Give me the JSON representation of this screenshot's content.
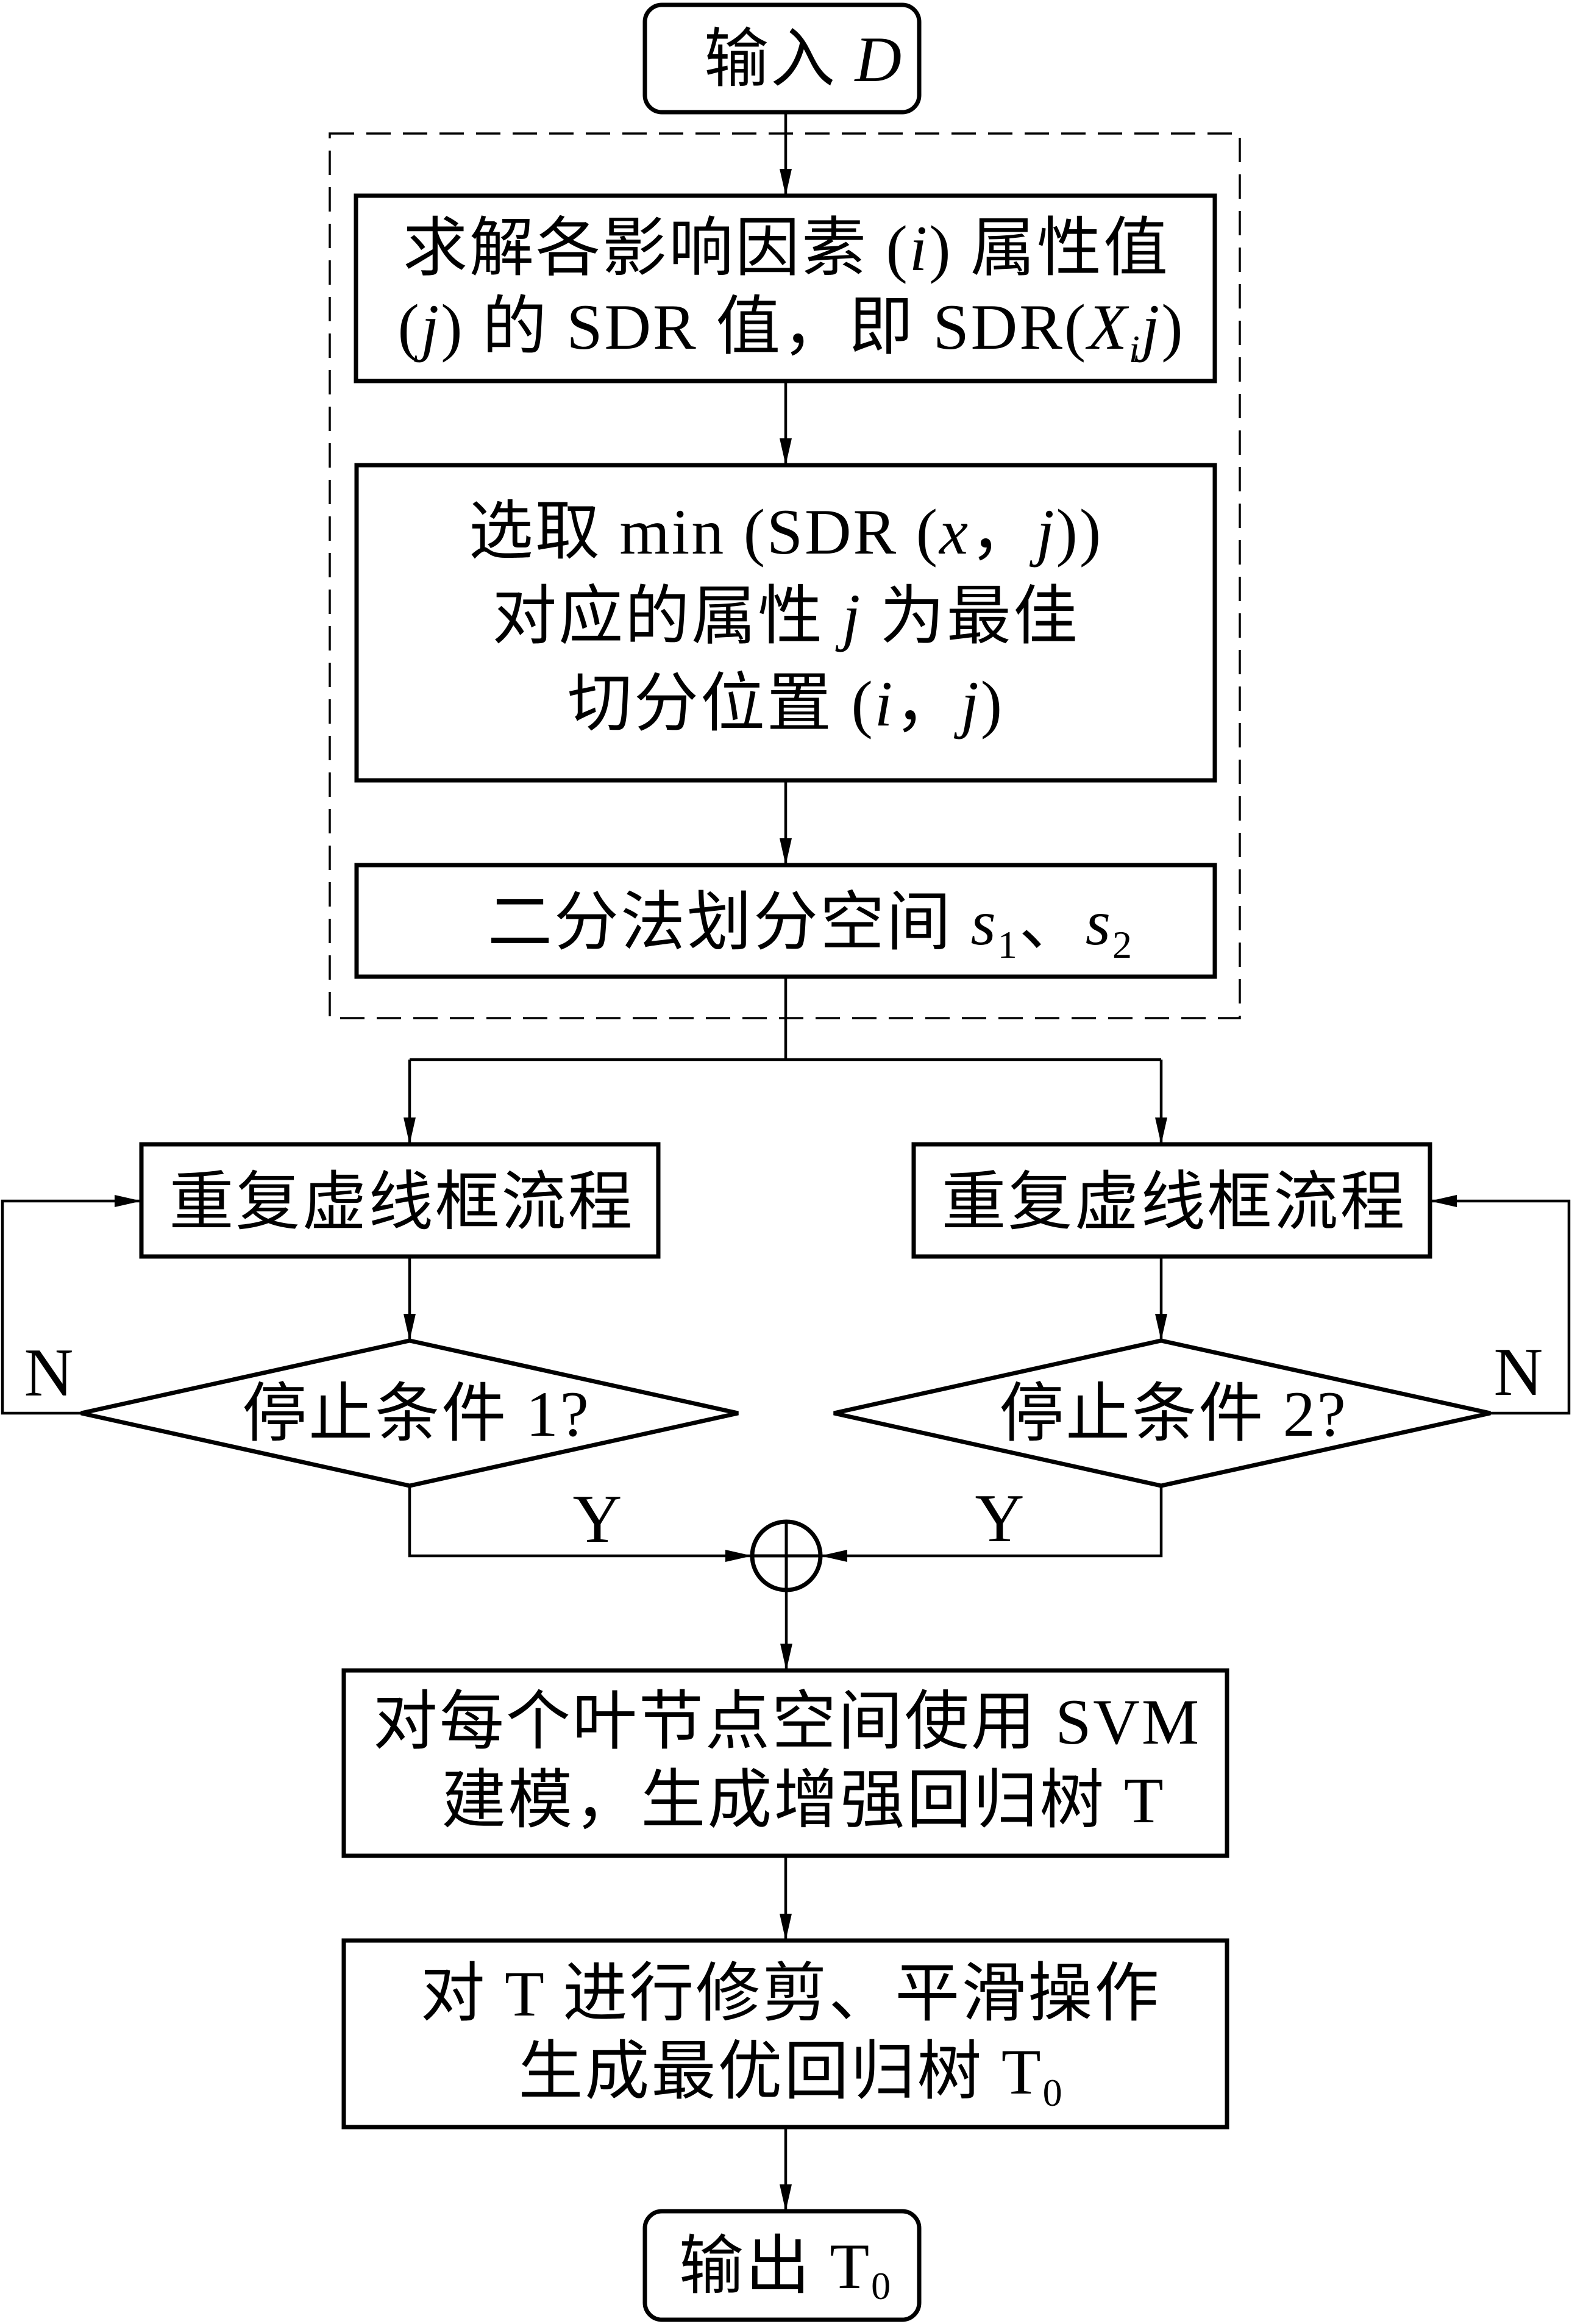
{
  "figure": {
    "type": "flowchart",
    "colors": {
      "stroke": "#000000",
      "background": "#ffffff"
    }
  },
  "nodes": {
    "input": {
      "shape": "rounded-rect",
      "label": [
        "输入 ",
        "D"
      ]
    },
    "compute_sdr": {
      "shape": "rect",
      "lines": [
        [
          "求解各影响因素 (",
          "i",
          ") 属性值"
        ],
        [
          "(",
          "j",
          ") 的 SDR 值，即 SDR(",
          "X",
          "i",
          "j",
          ")"
        ]
      ]
    },
    "select_split": {
      "shape": "rect",
      "lines": [
        [
          "选取 min (SDR (",
          "x",
          "，",
          "j",
          "))"
        ],
        [
          "对应的属性 ",
          "j",
          " 为最佳"
        ],
        [
          "切分位置 (",
          "i",
          "，",
          "j",
          ")"
        ]
      ]
    },
    "bisect": {
      "shape": "rect",
      "lines": [
        [
          "二分法划分空间 ",
          "s",
          "1",
          "、",
          "s",
          "2"
        ]
      ]
    },
    "repeat_left": {
      "shape": "rect",
      "label": "重复虚线框流程"
    },
    "repeat_right": {
      "shape": "rect",
      "label": "重复虚线框流程"
    },
    "stop_1": {
      "shape": "diamond",
      "label": "停止条件 1?"
    },
    "stop_2": {
      "shape": "diamond",
      "label": "停止条件 2?"
    },
    "merge": {
      "shape": "circle-plus"
    },
    "svm_model": {
      "shape": "rect",
      "lines": [
        [
          "对每个叶节点空间使用 SVM"
        ],
        [
          "建模，生成增强回归树 T"
        ]
      ]
    },
    "prune": {
      "shape": "rect",
      "lines": [
        [
          "对 T 进行修剪、平滑操作"
        ],
        [
          "生成最优回归树 T",
          "0"
        ]
      ]
    },
    "output": {
      "shape": "rounded-rect",
      "label": [
        "输出 T",
        "0"
      ]
    }
  },
  "group": {
    "name": "repeat-region",
    "style": "dashed",
    "contains": [
      "compute_sdr",
      "select_split",
      "bisect"
    ]
  },
  "edge_labels": {
    "no_left": "N",
    "no_right": "N",
    "yes_left": "Y",
    "yes_right": "Y"
  },
  "edges": [
    {
      "from": "input",
      "to": "compute_sdr"
    },
    {
      "from": "compute_sdr",
      "to": "select_split"
    },
    {
      "from": "select_split",
      "to": "bisect"
    },
    {
      "from": "bisect",
      "to": "repeat_left"
    },
    {
      "from": "bisect",
      "to": "repeat_right"
    },
    {
      "from": "repeat_left",
      "to": "stop_1"
    },
    {
      "from": "repeat_right",
      "to": "stop_2"
    },
    {
      "from": "stop_1",
      "to": "repeat_left",
      "label": "N"
    },
    {
      "from": "stop_2",
      "to": "repeat_right",
      "label": "N"
    },
    {
      "from": "stop_1",
      "to": "merge",
      "label": "Y"
    },
    {
      "from": "stop_2",
      "to": "merge",
      "label": "Y"
    },
    {
      "from": "merge",
      "to": "svm_model"
    },
    {
      "from": "svm_model",
      "to": "prune"
    },
    {
      "from": "prune",
      "to": "output"
    }
  ]
}
